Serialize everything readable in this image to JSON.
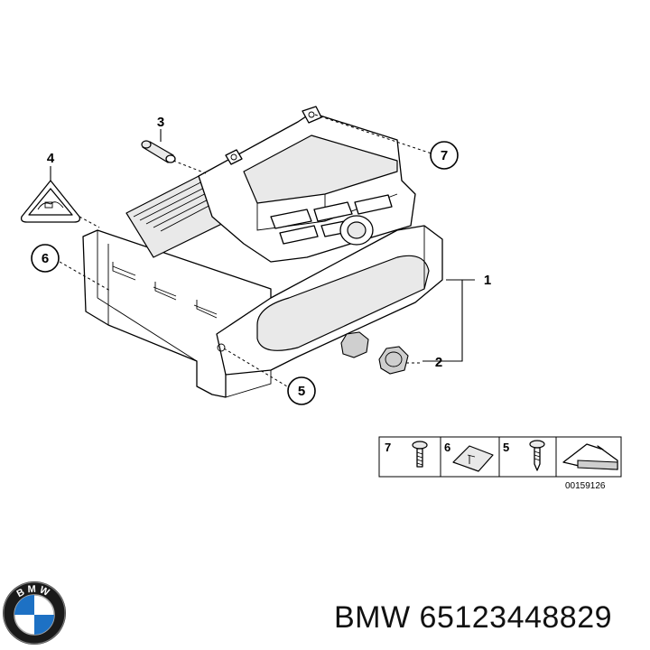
{
  "callouts": {
    "c1": "1",
    "c2": "2",
    "c3": "3",
    "c4": "4",
    "c5": "5",
    "c6": "6",
    "c7": "7"
  },
  "legend": {
    "item_7": "7",
    "item_6": "6",
    "item_5": "5"
  },
  "reference_code": "00159126",
  "brand_logo_text": "BMW",
  "part_label": "BMW 65123448829",
  "colors": {
    "line": "#000000",
    "background": "#ffffff"
  },
  "icons": [
    "bmw-logo-icon",
    "warning-triangle-label-icon",
    "screw-icon",
    "clip-nut-icon",
    "self-tapping-screw-icon",
    "arrow-icon"
  ]
}
